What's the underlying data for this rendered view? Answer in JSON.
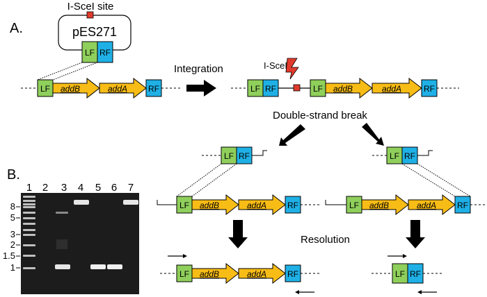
{
  "panels": {
    "a_label": "A.",
    "b_label": "B."
  },
  "plasmid": {
    "site_label": "I-SceI site",
    "name": "pES271"
  },
  "labels": {
    "lf": "LF",
    "rf": "RF",
    "addB": "addB",
    "addA": "addA",
    "isce": "I-SceI"
  },
  "steps": {
    "integration": "Integration",
    "double_strand_break": "Double-strand break",
    "resolution": "Resolution"
  },
  "gel": {
    "lanes": [
      "1",
      "2",
      "3",
      "4",
      "5",
      "6",
      "7"
    ],
    "ladder_ticks": [
      "8",
      "5",
      "3",
      "2",
      "1.5",
      "1"
    ]
  },
  "colors": {
    "lf": "#8fcf5b",
    "rf": "#1fb0e6",
    "gene": "#f8bc16",
    "site": "#e03a2c",
    "gel_bg": "#1c1c1c"
  }
}
